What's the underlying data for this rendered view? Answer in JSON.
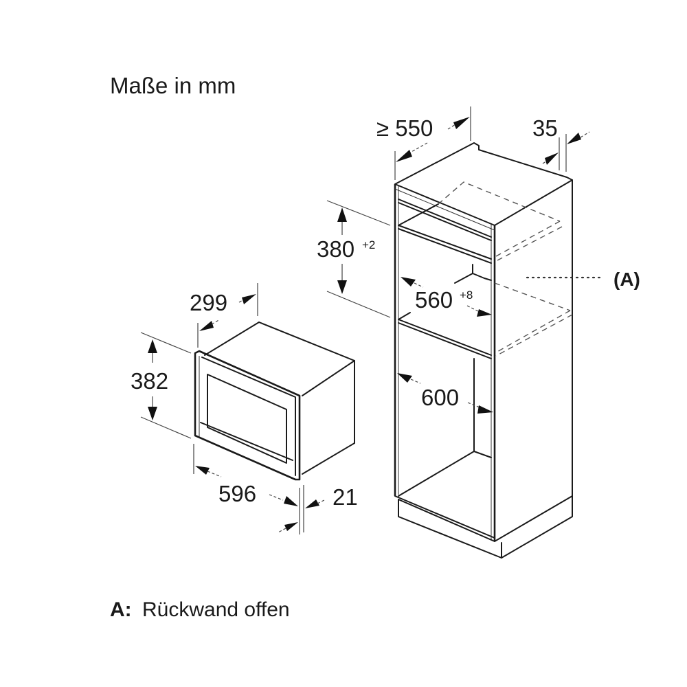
{
  "header": {
    "title": "Maße in mm"
  },
  "legend": {
    "key": "A:",
    "text": "Rückwand offen"
  },
  "cabinet": {
    "depth_min": "≥ 550",
    "rear_gap": "35",
    "niche_height": "380",
    "niche_height_tol": "+2",
    "niche_width": "560",
    "niche_width_tol": "+8",
    "cabinet_width": "600",
    "callout_label": "(A)"
  },
  "appliance": {
    "depth": "299",
    "height": "382",
    "width": "596",
    "front_thickness": "21"
  }
}
